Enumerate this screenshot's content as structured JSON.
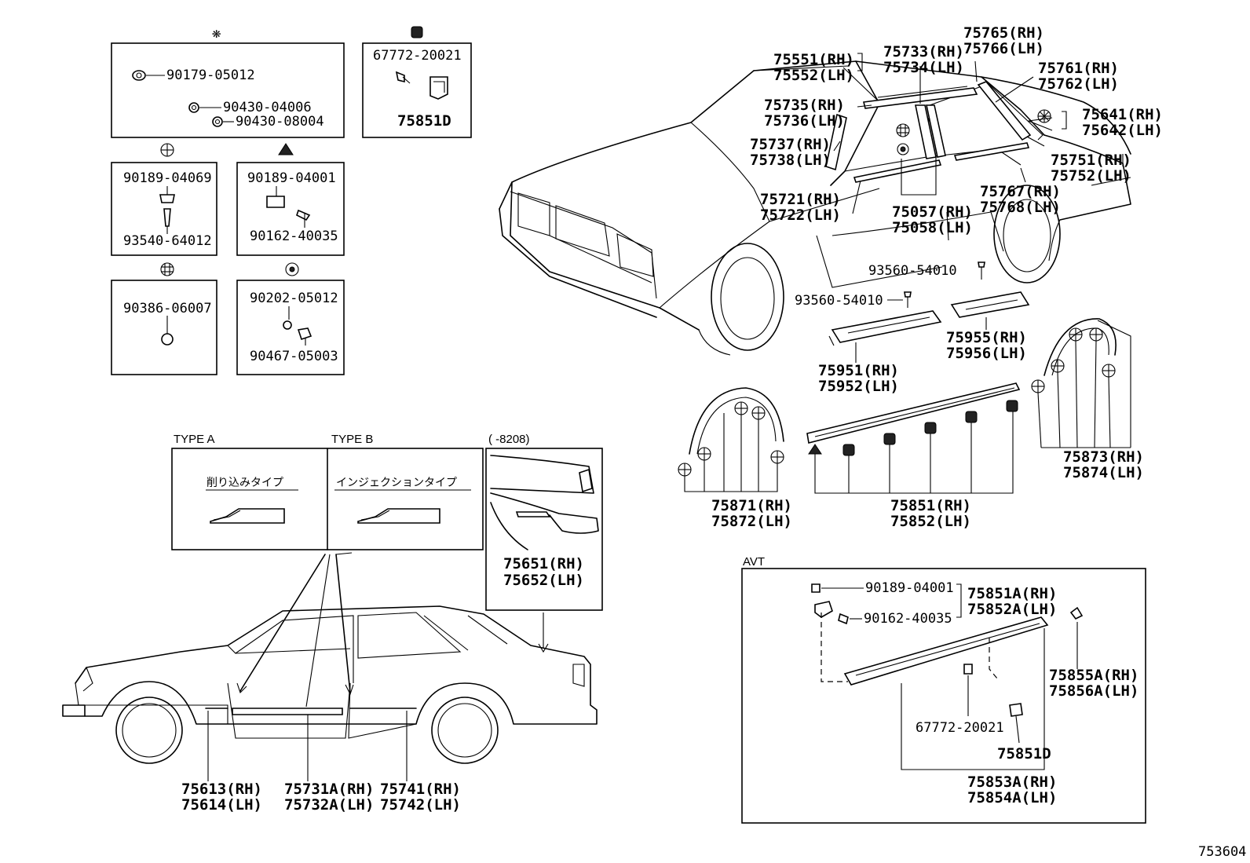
{
  "boxes": {
    "b1_symbol": "❋",
    "b1_p1": "90179-05012",
    "b1_p2": "90430-04006",
    "b1_p3": "90430-08004",
    "b2_p1": "67772-20021",
    "b2_p2": "75851D",
    "b3_p1": "90189-04069",
    "b3_p2": "93540-64012",
    "b4_p1": "90189-04001",
    "b4_p2": "90162-40035",
    "b5_p1": "90386-06007",
    "b6_p1": "90202-05012",
    "b6_p2": "90467-05003"
  },
  "types": {
    "type_a": "TYPE A",
    "type_b": "TYPE B",
    "range": "(    -8208)",
    "type_a_jp": "削り込みタイプ",
    "type_b_jp": "インジェクションタイプ",
    "p75651": "75651(RH)",
    "p75652": "75652(LH)"
  },
  "side": {
    "p75613": "75613(RH)",
    "p75614": "75614(LH)",
    "p75731A": "75731A(RH)",
    "p75732A": "75732A(LH)",
    "p75741": "75741(RH)",
    "p75742": "75742(LH)"
  },
  "main": {
    "p75551": "75551(RH)",
    "p75552": "75552(LH)",
    "p75733": "75733(RH)",
    "p75734": "75734(LH)",
    "p75765": "75765(RH)",
    "p75766": "75766(LH)",
    "p75761": "75761(RH)",
    "p75762": "75762(LH)",
    "p75735": "75735(RH)",
    "p75736": "75736(LH)",
    "p75641": "75641(RH)",
    "p75642": "75642(LH)",
    "p75737": "75737(RH)",
    "p75738": "75738(LH)",
    "p75751": "75751(RH)",
    "p75752": "75752(LH)",
    "p75721": "75721(RH)",
    "p75722": "75722(LH)",
    "p75767": "75767(RH)",
    "p75768": "75768(LH)",
    "p75057": "75057(RH)",
    "p75058": "75058(LH)",
    "p93560a": "93560-54010",
    "p93560b": "93560-54010",
    "p75955": "75955(RH)",
    "p75956": "75956(LH)",
    "p75951": "75951(RH)",
    "p75952": "75952(LH)",
    "p75873": "75873(RH)",
    "p75874": "75874(LH)",
    "p75871": "75871(RH)",
    "p75872": "75872(LH)",
    "p75851": "75851(RH)",
    "p75852": "75852(LH)"
  },
  "avt": {
    "title": "AVT",
    "p90189": "90189-04001",
    "p90162": "90162-40035",
    "p75851A": "75851A(RH)",
    "p75852A": "75852A(LH)",
    "p75855A": "75855A(RH)",
    "p75856A": "75856A(LH)",
    "p67772": "67772-20021",
    "p75851D": "75851D",
    "p75853A": "75853A(RH)",
    "p75854A": "75854A(LH)"
  },
  "footer": {
    "diagram_id": "753604"
  }
}
